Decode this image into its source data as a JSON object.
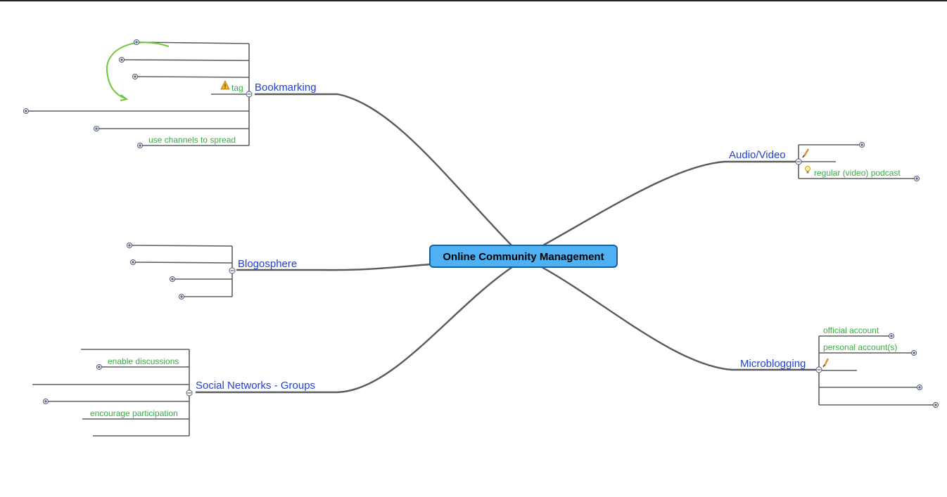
{
  "map": {
    "center": "Online Community Management",
    "bookmarking": {
      "label": "Bookmarking",
      "tag_label": "tag",
      "spread_label": "use channels to spread"
    },
    "blogosphere": {
      "label": "Blogosphere"
    },
    "social": {
      "label": "Social Networks - Groups",
      "discussions_label": "enable discussions",
      "participation_label": "encourage participation"
    },
    "audio": {
      "label": "Audio/Video",
      "podcast_label": "regular (video) podcast"
    },
    "micro": {
      "label": "Microblogging",
      "official_label": "official account",
      "personal_label": "personal account(s)"
    }
  },
  "colors": {
    "center_fill": "#4fb1f3",
    "center_border": "#1c5e96",
    "branch_text": "#1f3fd6",
    "leaf_text": "#3aaa44",
    "connector": "#5a5a5a",
    "arrow": "#6cc83a",
    "warning_icon": "#f0b21a"
  },
  "icons": [
    "warning-icon",
    "pencil-icon",
    "lightbulb-icon",
    "expand-icon",
    "collapse-icon",
    "curved-arrow"
  ]
}
